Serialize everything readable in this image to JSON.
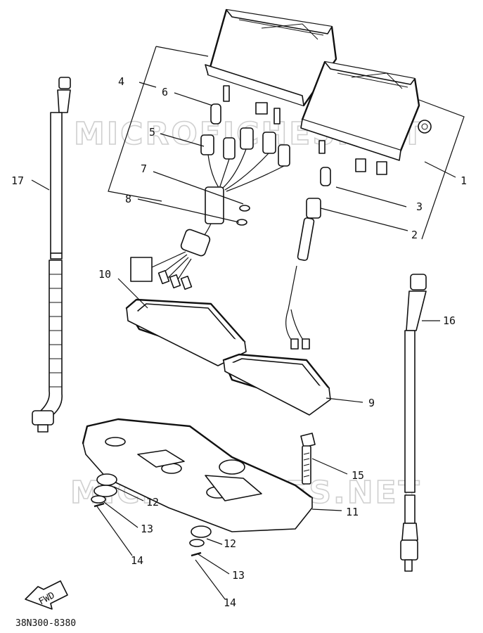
{
  "diagram": {
    "part_code": "38N300-8380",
    "watermark": "MICROFICHES.NET",
    "direction_arrow": "FWD",
    "callouts": [
      {
        "id": "c1",
        "text": "1"
      },
      {
        "id": "c2",
        "text": "2"
      },
      {
        "id": "c3",
        "text": "3"
      },
      {
        "id": "c4",
        "text": "4"
      },
      {
        "id": "c5",
        "text": "5"
      },
      {
        "id": "c6",
        "text": "6"
      },
      {
        "id": "c7",
        "text": "7"
      },
      {
        "id": "c8",
        "text": "8"
      },
      {
        "id": "c9",
        "text": "9"
      },
      {
        "id": "c10",
        "text": "10"
      },
      {
        "id": "c11",
        "text": "11"
      },
      {
        "id": "c12a",
        "text": "12"
      },
      {
        "id": "c12b",
        "text": "12"
      },
      {
        "id": "c13a",
        "text": "13"
      },
      {
        "id": "c13b",
        "text": "13"
      },
      {
        "id": "c14a",
        "text": "14"
      },
      {
        "id": "c14b",
        "text": "14"
      },
      {
        "id": "c15",
        "text": "15"
      },
      {
        "id": "c16",
        "text": "16"
      },
      {
        "id": "c17",
        "text": "17"
      }
    ]
  }
}
